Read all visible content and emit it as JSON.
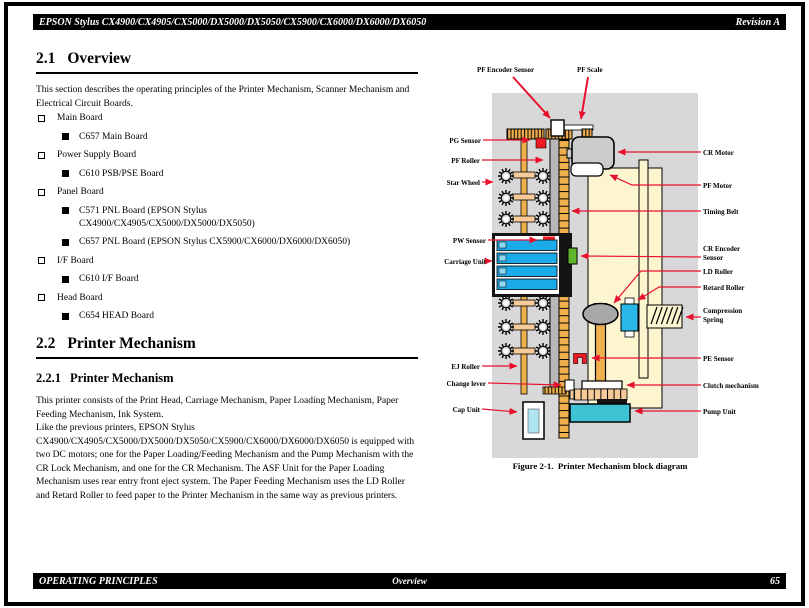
{
  "header": {
    "title": "EPSON Stylus CX4900/CX4905/CX5000/DX5000/DX5050/CX5900/CX6000/DX6000/DX6050",
    "revision": "Revision A"
  },
  "footer": {
    "left": "OPERATING PRINCIPLES",
    "center": "Overview",
    "page_number": "65"
  },
  "sections": {
    "s21": {
      "num": "2.1",
      "title": "Overview",
      "intro": "This section describes the operating principles of the Printer Mechanism, Scanner Mechanism and Electrical Circuit Boards."
    },
    "boards": [
      {
        "label": "Main Board",
        "subitems": [
          "C657 Main Board"
        ]
      },
      {
        "label": "Power Supply Board",
        "subitems": [
          "C610 PSB/PSE Board"
        ]
      },
      {
        "label": "Panel Board",
        "subitems": [
          "C571 PNL Board (EPSON Stylus CX4900/CX4905/CX5000/DX5000/DX5050)",
          "C657 PNL Board (EPSON Stylus CX5900/CX6000/DX6000/DX6050)"
        ]
      },
      {
        "label": "I/F Board",
        "subitems": [
          "C610 I/F Board"
        ]
      },
      {
        "label": "Head Board",
        "subitems": [
          "C654 HEAD Board"
        ]
      }
    ],
    "s22": {
      "num": "2.2",
      "title": "Printer Mechanism"
    },
    "s221": {
      "num": "2.2.1",
      "title": "Printer Mechanism",
      "para1": "This printer consists of the Print Head, Carriage Mechanism, Paper Loading Mechanism, Paper Feeding Mechanism, Ink System.",
      "para2": "Like the previous printers, EPSON Stylus CX4900/CX4905/CX5000/DX5000/DX5050/CX5900/CX6000/DX6000/DX6050 is equipped with two DC motors; one for the Paper Loading/Feeding Mechanism and the Pump Mechanism with the CR Lock Mechanism, and one for the CR Mechanism. The ASF Unit for the Paper Loading Mechanism uses rear entry front eject system. The Paper Feeding Mechanism uses the LD Roller and Retard Roller to feed paper to the Printer Mechanism in the same way as previous printers."
    }
  },
  "figure": {
    "caption": "Figure 2-1.  Printer Mechanism block diagram",
    "labels": {
      "pf_encoder_sensor": "PF Encoder Sensor",
      "pf_scale": "PF Scale",
      "pg_sensor": "PG Sensor",
      "pf_roller": "PF Roller",
      "star_wheel": "Star Wheel",
      "pw_sensor": "PW Sensor",
      "carriage_unit": "Carriage Unit",
      "ej_roller": "EJ Roller",
      "change_lever": "Change lever",
      "cap_unit": "Cap Unit",
      "cr_motor": "CR Motor",
      "pf_motor": "PF Motor",
      "timing_belt": "Timing Belt",
      "cr_encoder_sensor_line1": "CR Encoder",
      "cr_encoder_sensor_line2": "Sensor",
      "ld_roller": "LD Roller",
      "retard_roller": "Retard Roller",
      "compression_spring_line1": "Compression",
      "compression_spring_line2": "Spring",
      "pe_sensor": "PE Sensor",
      "clutch_mechanism": "Clutch mechanism",
      "pump_unit": "Pump Unit"
    }
  },
  "colors": {
    "bar_black": "#000000",
    "arrow_red": "#e8112d",
    "diagram_bg_gray": "#d8d8d8",
    "frame_cream": "#fcf5d0",
    "shaft_orange": "#eeb04c",
    "connector_tan": "#f6cb99",
    "cartridge_blue": "#1babe8",
    "sensor_green": "#62b32e",
    "sensor_red": "#ed1c24",
    "pump_cyan": "#3fc3d4",
    "cap_inner_blue": "#aee3f2",
    "roller_gray": "#b8b8b8"
  }
}
